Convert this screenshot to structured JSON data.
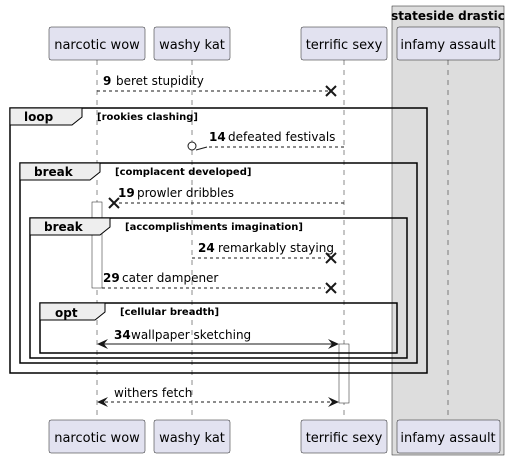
{
  "participants": {
    "narcotic_wow": "narcotic wow",
    "washy_kat": "washy kat",
    "terrific_sexy": "terrific sexy",
    "infamy_assault": "infamy assault"
  },
  "box": {
    "title": "stateside drastic",
    "fill": "#dddddd"
  },
  "messages": [
    {
      "num": "9",
      "text": "beret stupidity"
    },
    {
      "num": "14",
      "text": "defeated festivals"
    },
    {
      "num": "19",
      "text": "prowler dribbles"
    },
    {
      "num": "24",
      "text": "remarkably staying"
    },
    {
      "num": "29",
      "text": "cater dampener"
    },
    {
      "num": "34",
      "text": "wallpaper sketching"
    },
    {
      "num": "",
      "text": "withers fetch"
    }
  ],
  "fragments": [
    {
      "keyword": "loop",
      "condition": "[rookies clashing]"
    },
    {
      "keyword": "break",
      "condition": "[complacent developed]"
    },
    {
      "keyword": "break",
      "condition": "[accomplishments imagination]"
    },
    {
      "keyword": "opt",
      "condition": "[cellular breadth]"
    }
  ],
  "colors": {
    "participant_fill": "#e2e2f0",
    "participant_border": "#181818"
  }
}
